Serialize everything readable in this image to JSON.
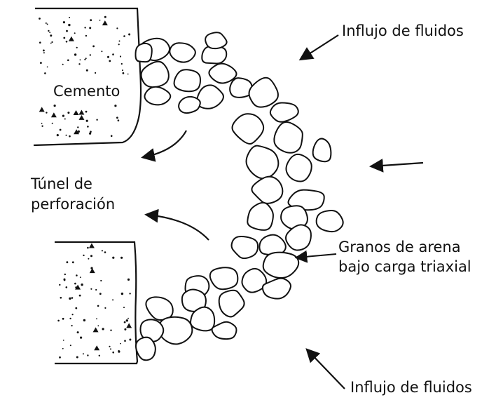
{
  "labels": {
    "inflow_top": "Influjo de fluidos",
    "cement": "Cemento",
    "tunnel_line1": "Túnel de",
    "tunnel_line2": "perforación",
    "grains_line1": "Granos de arena",
    "grains_line2": "bajo carga triaxial",
    "inflow_bottom": "Influjo de fluidos"
  },
  "colors": {
    "ink": "#111111",
    "background": "#ffffff"
  }
}
